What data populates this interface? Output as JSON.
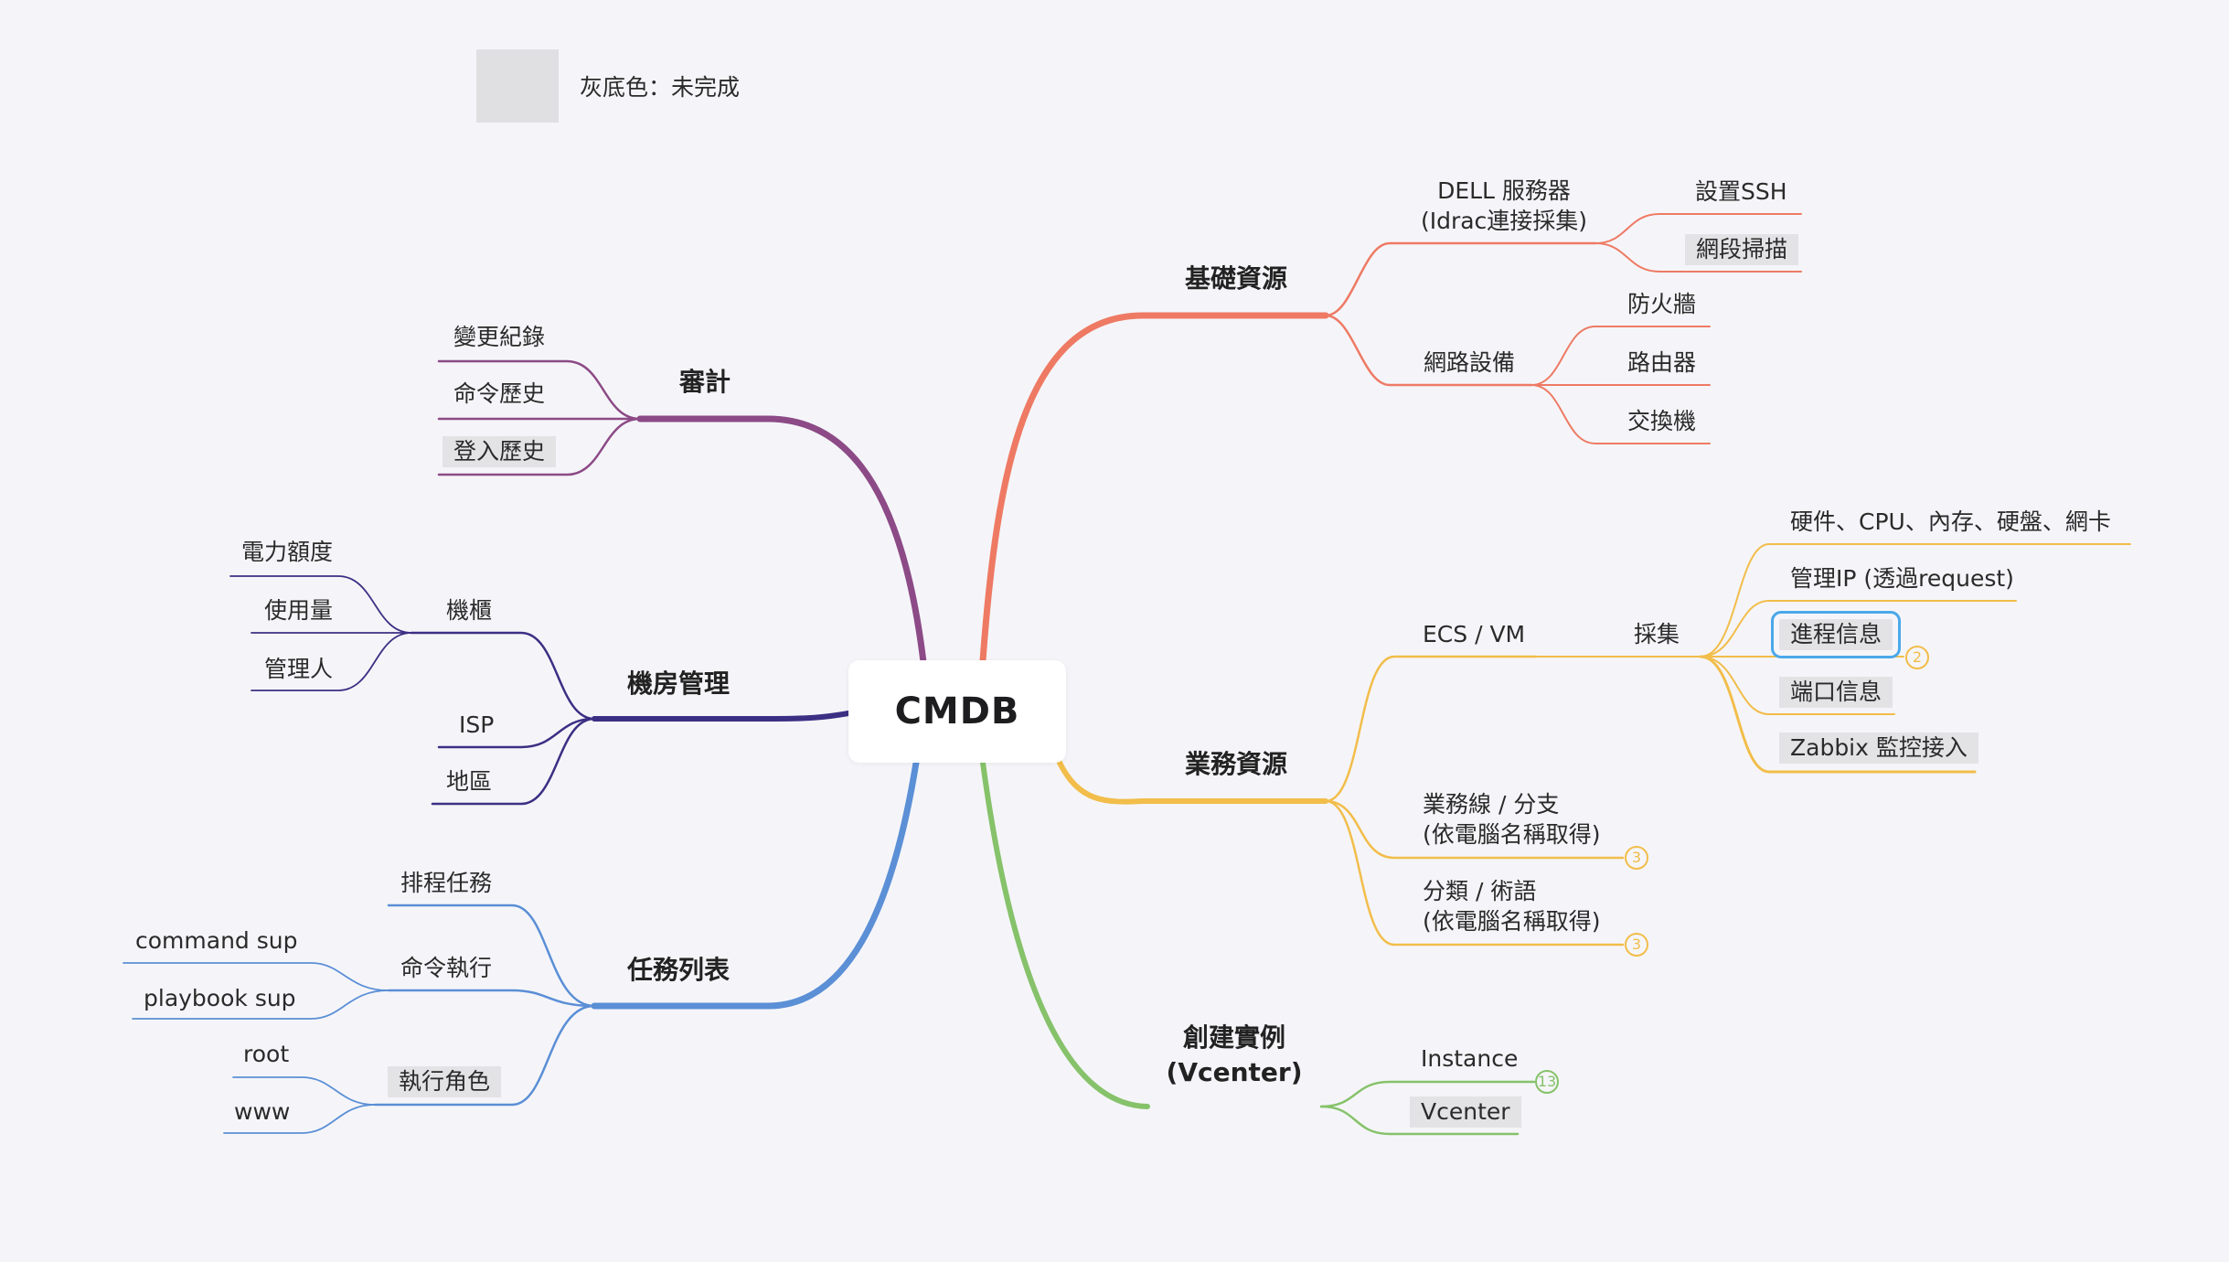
{
  "legend": {
    "label": "灰底色：未完成",
    "swatch_color": "#e0e0e2"
  },
  "root": {
    "label": "CMDB"
  },
  "branch_colors": {
    "infra": "#ee7a64",
    "business": "#f2bd4a",
    "vcenter": "#86c26a",
    "tasks": "#5b8fd6",
    "room": "#3b2f84",
    "audit": "#8c4a86"
  },
  "infra": {
    "title": "基礎資源",
    "dell": {
      "line1": "DELL 服務器",
      "line2": "(Idrac連接採集)",
      "ssh": "設置SSH",
      "scan": "網段掃描"
    },
    "network": {
      "label": "網路設備",
      "firewall": "防火牆",
      "router": "路由器",
      "switch": "交換機"
    }
  },
  "business": {
    "title": "業務資源",
    "ecs": "ECS / VM",
    "collect": "採集",
    "collect_items": {
      "hw": "硬件、CPU、內存、硬盤、網卡",
      "ip": "管理IP (透過request)",
      "proc": "進程信息",
      "port": "端口信息",
      "zabbix": "Zabbix 監控接入"
    },
    "proc_badge": "2",
    "line": {
      "line1": "業務線 / 分支",
      "line2": "(依電腦名稱取得)",
      "badge": "3"
    },
    "category": {
      "line1": "分類 / 術語",
      "line2": "(依電腦名稱取得)",
      "badge": "3"
    }
  },
  "vcenter": {
    "title_line1": "創建實例",
    "title_line2": "(Vcenter)",
    "instance": "Instance",
    "vcenter": "Vcenter",
    "badge": "13"
  },
  "audit": {
    "title": "審計",
    "changes": "變更紀錄",
    "cmd_history": "命令歷史",
    "login_history": "登入歷史"
  },
  "room": {
    "title": "機房管理",
    "rack": "機櫃",
    "power": "電力額度",
    "usage": "使用量",
    "manager": "管理人",
    "isp": "ISP",
    "region": "地區"
  },
  "tasks": {
    "title": "任務列表",
    "schedule": "排程任務",
    "exec": "命令執行",
    "cmd_sup": "command sup",
    "playbook_sup": "playbook sup",
    "role": "執行角色",
    "root": "root",
    "www": "www"
  }
}
